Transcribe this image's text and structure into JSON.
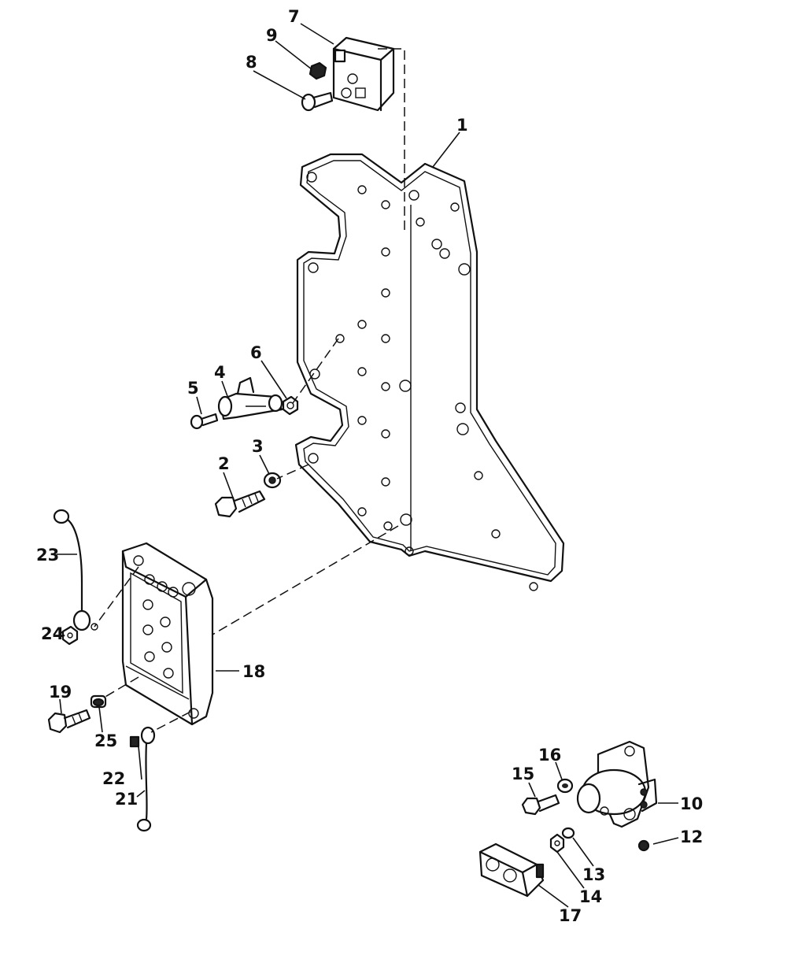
{
  "callouts": {
    "c1": "1",
    "c2": "2",
    "c3": "3",
    "c4": "4",
    "c5": "5",
    "c6": "6",
    "c7": "7",
    "c8": "8",
    "c9": "9",
    "c10": "10",
    "c12": "12",
    "c13": "13",
    "c14": "14",
    "c15": "15",
    "c16": "16",
    "c17": "17",
    "c18": "18",
    "c19": "19",
    "c21": "21",
    "c22": "22",
    "c23": "23",
    "c24": "24",
    "c25": "25"
  }
}
